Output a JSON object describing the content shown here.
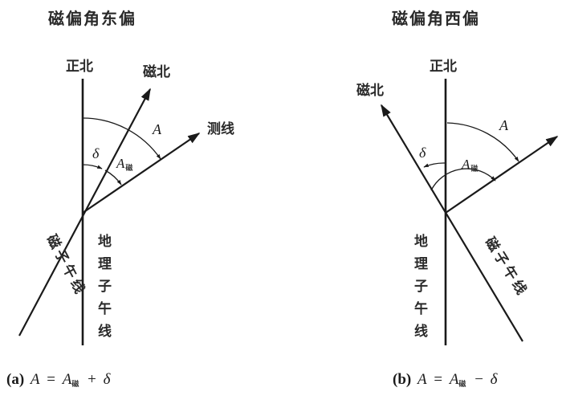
{
  "figure": {
    "panel_a": {
      "title": "磁偏角东偏",
      "true_north_label": "正北",
      "magnetic_north_label": "磁北",
      "survey_line_label": "测线",
      "geographic_meridian_label": [
        "地",
        "理",
        "子",
        "午",
        "线"
      ],
      "magnetic_meridian_label": "磁子午线",
      "angle_A": "A",
      "angle_delta": "δ",
      "angle_A_mag": "A",
      "angle_A_mag_sub": "磁",
      "caption_prefix": "(a)",
      "caption_formula_lhs": "A",
      "caption_equals": "=",
      "caption_term": "A",
      "caption_term_sub": "磁",
      "caption_op": "+",
      "caption_delta": "δ"
    },
    "panel_b": {
      "title": "磁偏角西偏",
      "true_north_label": "正北",
      "magnetic_north_label": "磁北",
      "geographic_meridian_label": [
        "地",
        "理",
        "子",
        "午",
        "线"
      ],
      "magnetic_meridian_label": "磁子午线",
      "angle_A": "A",
      "angle_delta": "δ",
      "angle_A_mag": "A",
      "angle_A_mag_sub": "磁",
      "caption_prefix": "(b)",
      "caption_formula_lhs": "A",
      "caption_equals": "=",
      "caption_term": "A",
      "caption_term_sub": "磁",
      "caption_op": "−",
      "caption_delta": "δ"
    }
  },
  "colors": {
    "line": "#1a1a1a",
    "background": "#ffffff"
  }
}
